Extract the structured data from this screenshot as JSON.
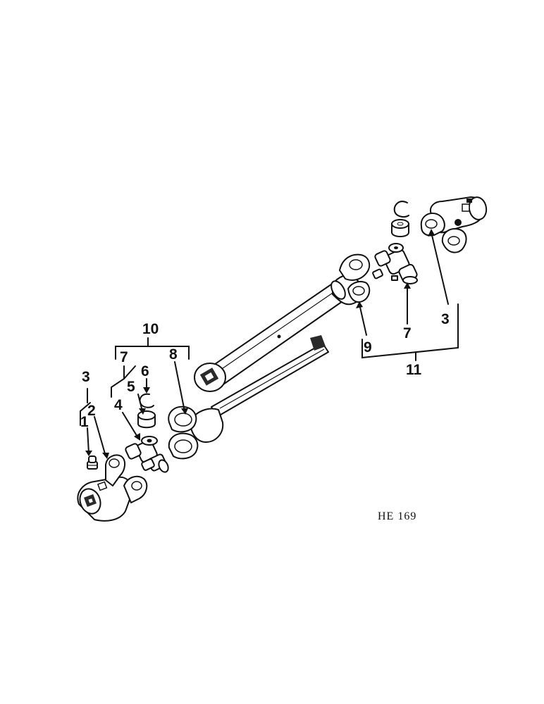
{
  "drawing_code": "HE 169",
  "callouts": [
    {
      "id": "c1",
      "text": "1"
    },
    {
      "id": "c2",
      "text": "2"
    },
    {
      "id": "c3a",
      "text": "3"
    },
    {
      "id": "c4",
      "text": "4"
    },
    {
      "id": "c5",
      "text": "5"
    },
    {
      "id": "c6",
      "text": "6"
    },
    {
      "id": "c7a",
      "text": "7"
    },
    {
      "id": "c8",
      "text": "8"
    },
    {
      "id": "c9",
      "text": "9"
    },
    {
      "id": "c10",
      "text": "10"
    },
    {
      "id": "c7b",
      "text": "7"
    },
    {
      "id": "c3b",
      "text": "3"
    },
    {
      "id": "c11",
      "text": "11"
    }
  ]
}
